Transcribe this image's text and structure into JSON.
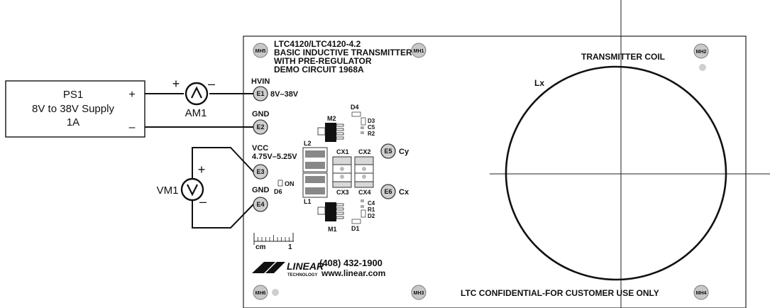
{
  "board": {
    "title_lines": [
      "LTC4120/LTC4120-4.2",
      "BASIC INDUCTIVE TRANSMITTER",
      "WITH PRE-REGULATOR",
      "DEMO CIRCUIT 1968A"
    ],
    "coil_label": "TRANSMITTER COIL",
    "lx_label": "Lx",
    "confidential": "LTC CONFIDENTIAL-FOR CUSTOMER USE ONLY",
    "phone": "(408)  432-1900",
    "website": "www.linear.com",
    "logo_text": "LINEAR",
    "logo_sub": "TECHNOLOGY",
    "ruler_unit": "cm",
    "ruler_mark": "1"
  },
  "mounting_holes": [
    "MH5",
    "MH1",
    "MH2",
    "MH6",
    "MH3",
    "MH4"
  ],
  "terminals": {
    "e1": {
      "id": "E1",
      "name": "HVIN",
      "range": "8V–38V"
    },
    "e2": {
      "id": "E2",
      "name": "GND"
    },
    "e3": {
      "id": "E3",
      "name": "VCC",
      "range": "4.75V–5.25V"
    },
    "e4": {
      "id": "E4",
      "name": "GND"
    },
    "e5": {
      "id": "E5",
      "name": "Cy"
    },
    "e6": {
      "id": "E6",
      "name": "Cx"
    }
  },
  "components": {
    "m1": "M1",
    "m2": "M2",
    "l1": "L1",
    "l2": "L2",
    "d1": "D1",
    "d2": "D2",
    "d3": "D3",
    "d4": "D4",
    "d6": "D6",
    "d6_on": "ON",
    "r1": "R1",
    "r2": "R2",
    "c4": "C4",
    "c5": "C5",
    "cx1": "CX1",
    "cx2": "CX2",
    "cx3": "CX3",
    "cx4": "CX4"
  },
  "external": {
    "ps1": {
      "name": "PS1",
      "desc": "8V to 38V Supply",
      "rating": "1A",
      "plus": "+",
      "minus": "–"
    },
    "am1": {
      "name": "AM1",
      "plus": "+",
      "minus": "–",
      "symbol": "A"
    },
    "vm1": {
      "name": "VM1",
      "plus": "+",
      "minus": "–",
      "symbol": "V"
    }
  }
}
